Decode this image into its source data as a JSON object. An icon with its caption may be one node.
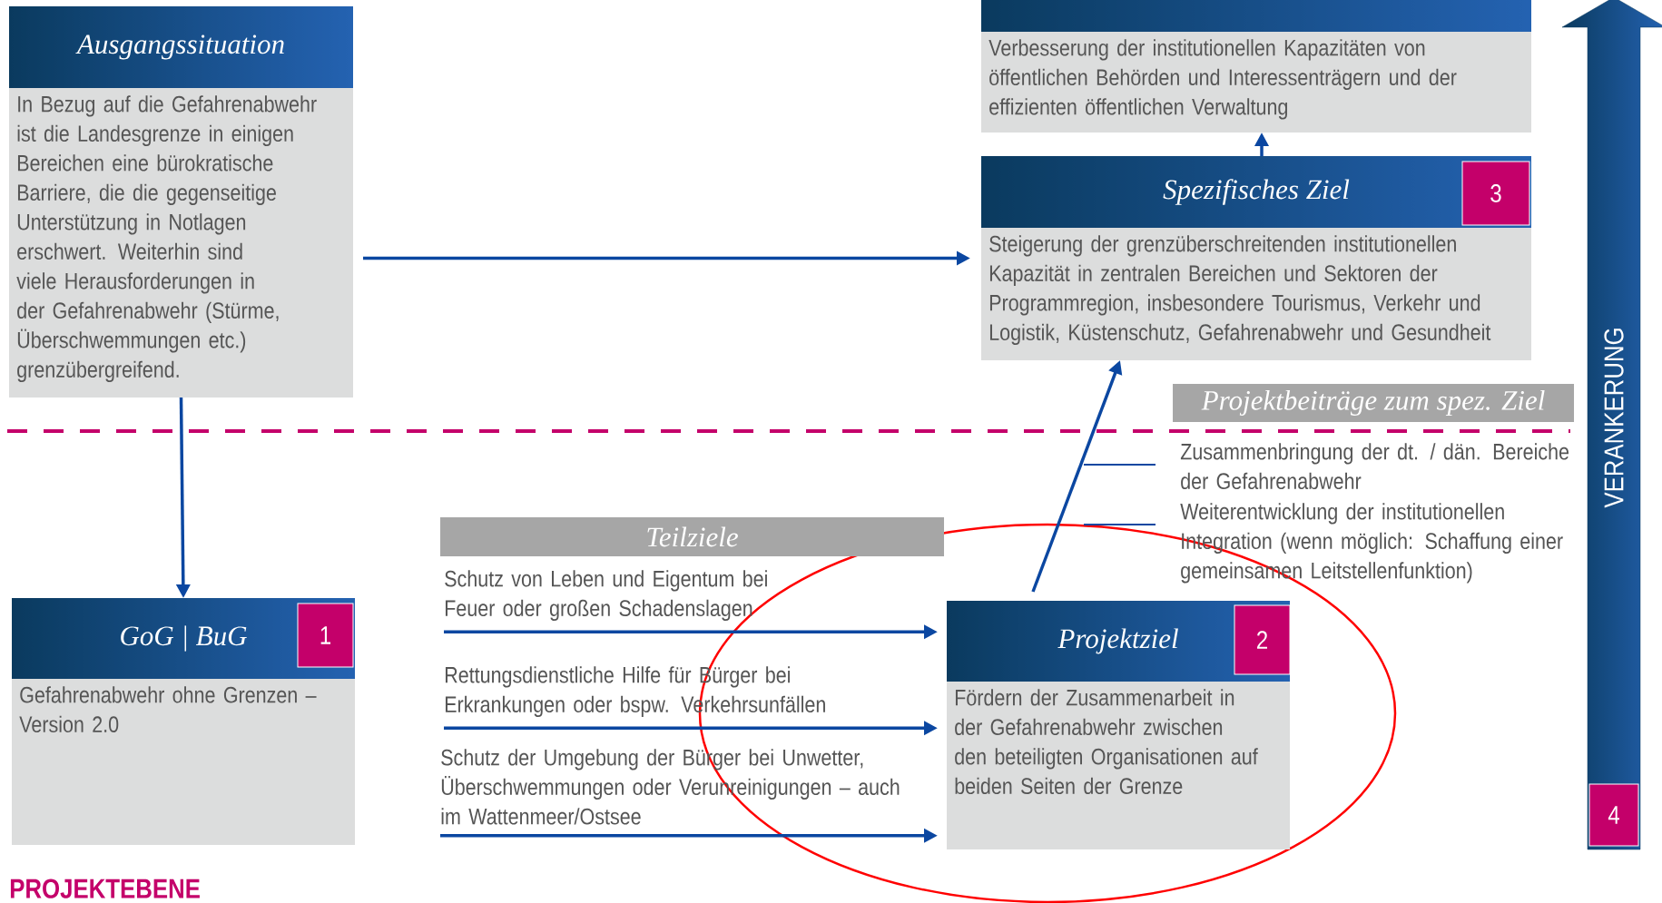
{
  "diagram": {
    "nodes": [
      {
        "text": [
          "Ausgangssituation",
          "In Bezug auf die Gefahrenabwehr ist die Landesgrenze in einigen Bereichen eine bürokratische Barriere, die die gegenseitige Unterstützung in Notlagen erschwert. Weiterhin sind viele Herausforderungen in der Gefahrenabwehr (Stürme, Überschwemmungen etc.) grenzübergreifend."
        ]
      },
      {
        "text": [
          "Verbesserung der institutionellen Kapazitäten von öffentlichen Behörden und Interessenträgern und der effizienten öffentlichen Verwaltung"
        ]
      },
      {
        "text": [
          "Spezifisches Ziel",
          "Steigerung der grenzüberschreitenden institutionellen Kapazität in zentralen Bereichen und Sektoren der Programmregion, insbesondere Tourismus, Verkehr und Logistik, Küstenschutz, Gefahrenabwehr und Gesundheit"
        ]
      },
      {
        "text": [
          "3"
        ],
        "in": 2
      },
      {
        "text": [
          "Projektbeiträge zum spez. Ziel"
        ]
      },
      {
        "text": [
          "Teilziele"
        ]
      },
      {
        "text": [
          "GoG | BuG",
          "Gefahrenabwehr ohne Grenzen – Version 2.0"
        ]
      },
      {
        "text": [
          "1"
        ],
        "in": 6
      },
      {
        "text": [
          "Projektziel",
          "Fördern der Zusammenarbeit in der Gefahrenabwehr zwischen den beteiligten Organisationen auf beiden Seiten der Grenze"
        ]
      },
      {
        "text": [
          "2"
        ],
        "in": 8
      },
      {
        "text": [
          "VERANKERUNG"
        ]
      },
      {
        "text": [
          "4"
        ],
        "in": 10
      },
      {
        "text": [
          "Schutz von Leben und Eigentum bei Feuer oder großen Schadenslagen"
        ]
      },
      {
        "text": [
          "Rettungsdienstliche Hilfe für Bürger bei Erkrankungen oder bspw. Verkehrsunfällen"
        ]
      },
      {
        "text": [
          "Schutz der Umgebung der Bürger bei Unwetter, Überschwemmungen oder Verunreinigungen – auch im Wattenmeer/Ostsee"
        ]
      }
    ],
    "edges": [
      {
        "from": 0,
        "to": 6,
        "arrow": "to"
      },
      {
        "from": 0,
        "to": 2,
        "arrow": "to"
      },
      {
        "from": 2,
        "to": 1,
        "arrow": "to"
      },
      {
        "from": 8,
        "to": 2,
        "arrow": "to"
      },
      {
        "from": 12,
        "to": 8,
        "arrow": "to"
      },
      {
        "from": 13,
        "to": 8,
        "arrow": "to"
      },
      {
        "from": 14,
        "to": 8,
        "arrow": "to"
      }
    ],
    "labels": [
      "Zusammenbringung der dt. / dän. Bereiche der Gefahrenabwehr",
      "Weiterentwicklung der institutionellen Integration (wenn möglich: Schaffung einer gemeinsamen Leitstellenfunktion)",
      "PROJEKTEBENE"
    ]
  }
}
